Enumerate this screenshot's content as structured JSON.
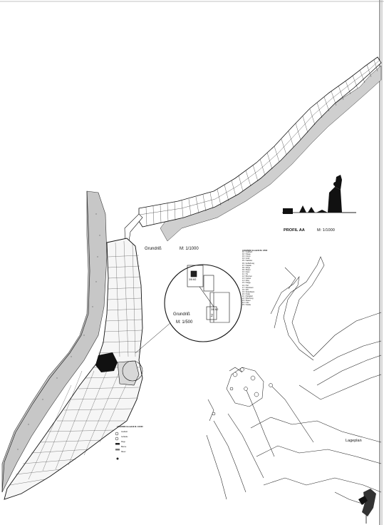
{
  "labels": {
    "grundriss_main_title": "Grundriß",
    "grundriss_main_scale": "M: 1/1000",
    "grundriss_inset_title": "Grundriß",
    "grundriss_inset_scale": "M: 1/500",
    "profil_title": "PROFIL AA",
    "profil_scale": "M: 1/1000",
    "lageplan": "Lageplan",
    "room_upper": "3/8 M2",
    "room_lower": "3/8 M2",
    "room_number": "2"
  },
  "legend_upper": {
    "title": "LEGENDE Grundriß M. 1/500",
    "items": [
      "01 = Grabfeld",
      "02 = Stiege",
      "03 = Urnen",
      "04 = Gruft",
      "05 = Sakristei",
      "06 = Aufbahrung",
      "07 = Kapelle",
      "08 = Wege",
      "09 = Mauer",
      "10 = Zaun",
      "11 = Tor",
      "12 = Brunnen",
      "13 = Garten",
      "14 = Weg",
      "15 = Stiege",
      "16 = Hof",
      "17 = Werkraum",
      "18 = WC",
      "19 = Abstellraum",
      "20 = Kiosk",
      "21 = Parkplatz",
      "22 = Böschung",
      "23 = Mauer",
      "24 = Ufer",
      "25 = Straße"
    ]
  },
  "legend_lower": {
    "title": "LEGENDE Grundriß M. 1/1000",
    "items": [
      "Grabfeld",
      "Gebäude",
      "Wege",
      "Bäume",
      "Mauer"
    ]
  }
}
